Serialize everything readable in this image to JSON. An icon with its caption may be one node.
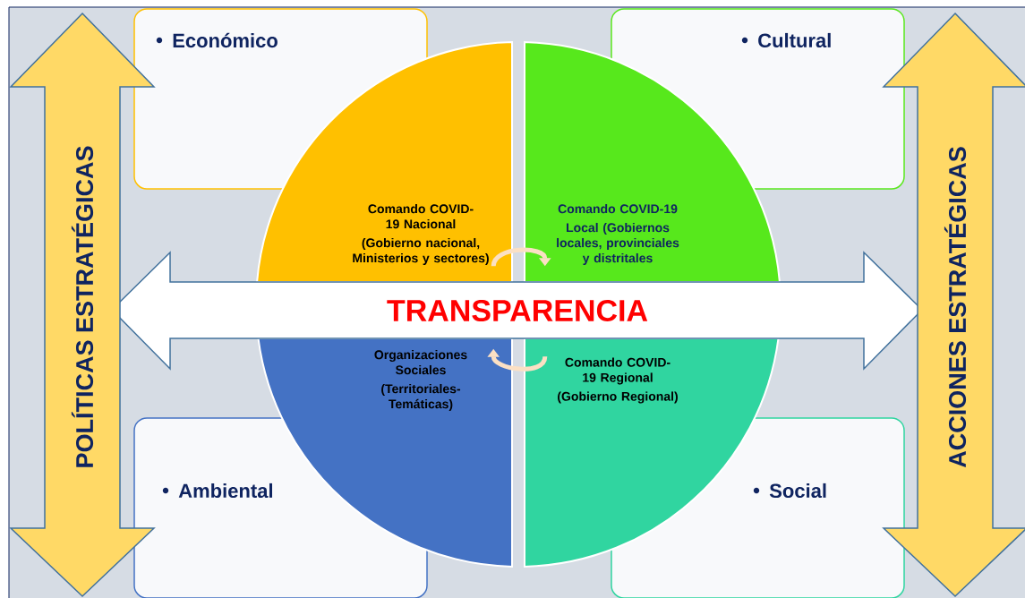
{
  "diagram": {
    "nodes": [
      {
        "text": [
          "Económico"
        ]
      },
      {
        "text": [
          "Cultural"
        ]
      },
      {
        "text": [
          "Ambiental"
        ]
      },
      {
        "text": [
          "Social"
        ]
      },
      {
        "text": [
          "Comando COVID-19 Nacional",
          "(Gobierno nacional, Ministerios y sectores)"
        ]
      },
      {
        "text": [
          "Comando COVID-19",
          "Local (Gobiernos locales, provinciales y distritales"
        ]
      },
      {
        "text": [
          "Organizaciones Sociales",
          "(Territoriales-Temáticas)"
        ]
      },
      {
        "text": [
          "Comando COVID-19 Regional",
          "(Gobierno Regional)"
        ]
      },
      {
        "text": [
          "TRANSPARENCIA"
        ]
      },
      {
        "text": [
          "POLÍTICAS ESTRATÉGICAS"
        ]
      },
      {
        "text": [
          "ACCIONES ESTRATÉGICAS"
        ]
      }
    ],
    "edges": [
      {
        "from": 4,
        "to": 5,
        "arrow": "to"
      },
      {
        "from": 7,
        "to": 6,
        "arrow": "to"
      }
    ]
  }
}
